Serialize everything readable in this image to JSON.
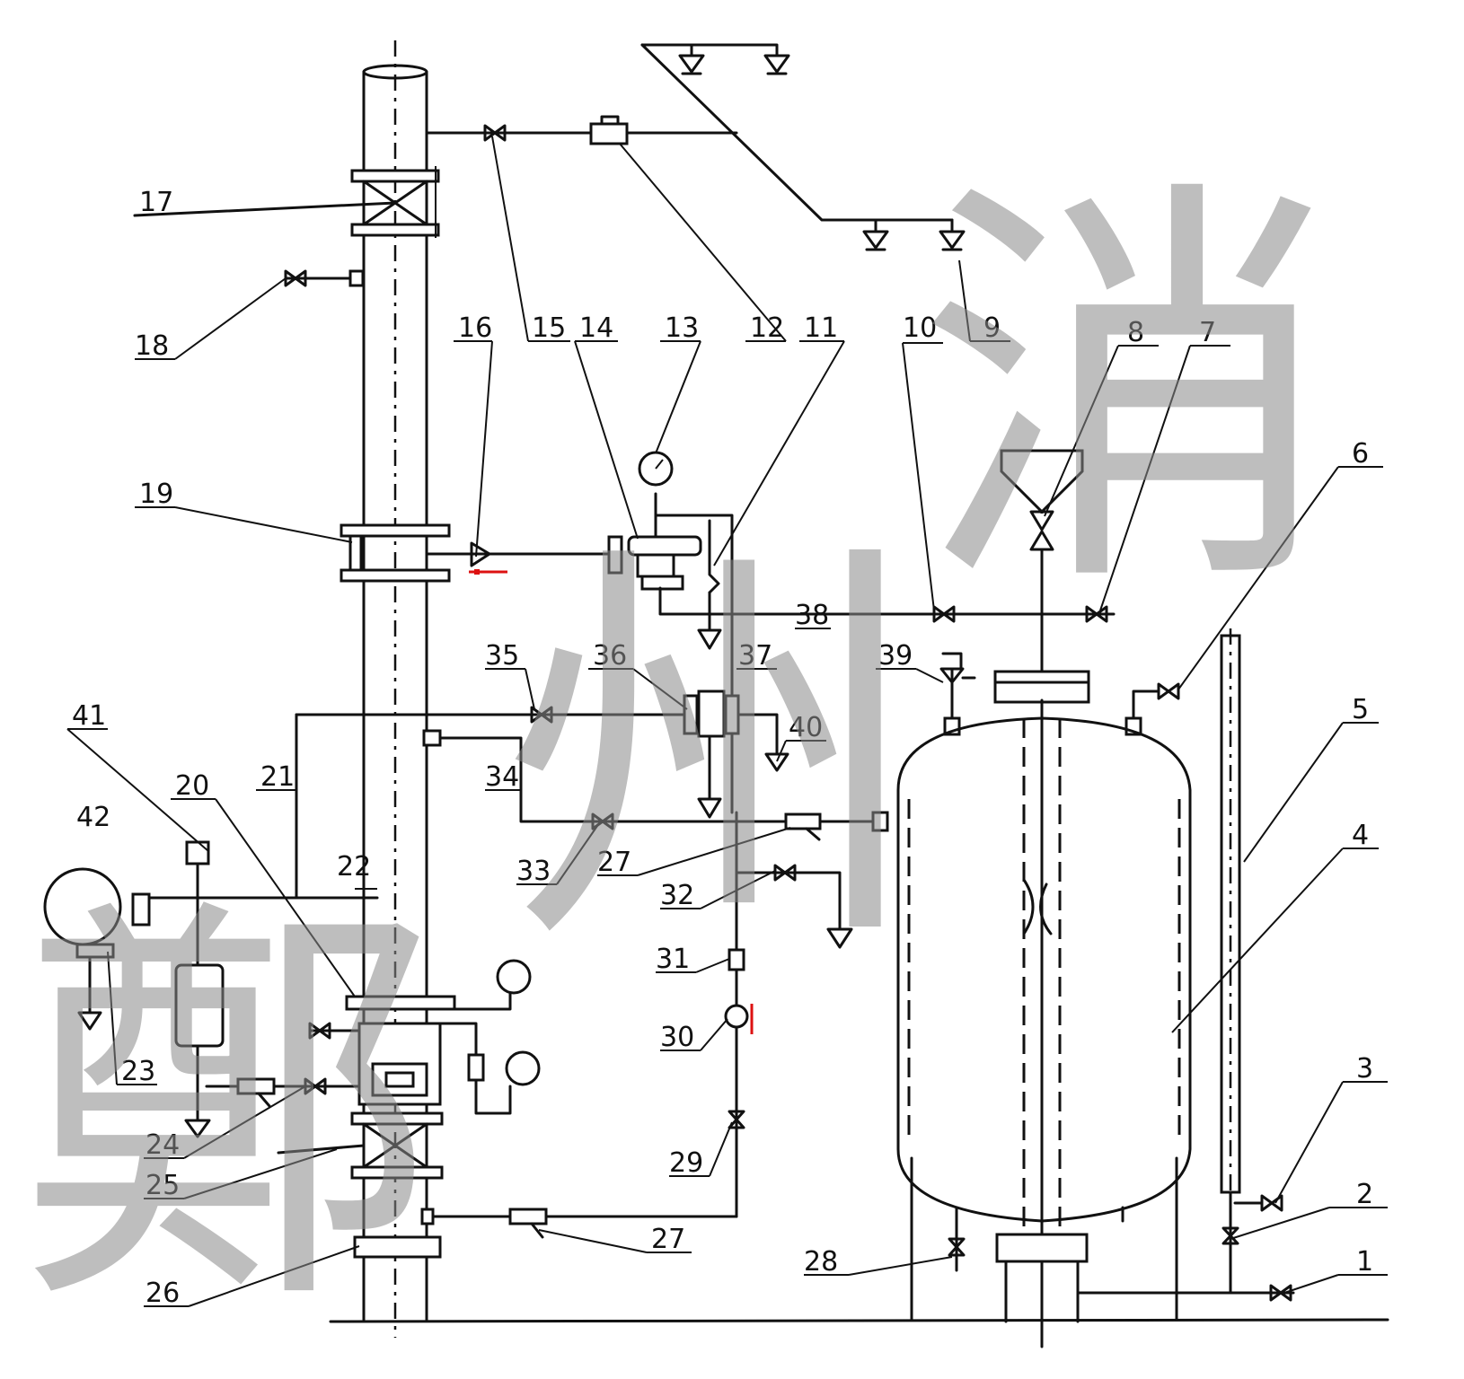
{
  "diagram": {
    "labels": [
      {
        "id": "1",
        "text": "1"
      },
      {
        "id": "2",
        "text": "2"
      },
      {
        "id": "3",
        "text": "3"
      },
      {
        "id": "4",
        "text": "4"
      },
      {
        "id": "5",
        "text": "5"
      },
      {
        "id": "6",
        "text": "6"
      },
      {
        "id": "7",
        "text": "7"
      },
      {
        "id": "8",
        "text": "8"
      },
      {
        "id": "9",
        "text": "9"
      },
      {
        "id": "10",
        "text": "10"
      },
      {
        "id": "11",
        "text": "11"
      },
      {
        "id": "12",
        "text": "12"
      },
      {
        "id": "13",
        "text": "13"
      },
      {
        "id": "14",
        "text": "14"
      },
      {
        "id": "15",
        "text": "15"
      },
      {
        "id": "16",
        "text": "16"
      },
      {
        "id": "17",
        "text": "17"
      },
      {
        "id": "18",
        "text": "18"
      },
      {
        "id": "19",
        "text": "19"
      },
      {
        "id": "20",
        "text": "20"
      },
      {
        "id": "21",
        "text": "21"
      },
      {
        "id": "22",
        "text": "22"
      },
      {
        "id": "23",
        "text": "23"
      },
      {
        "id": "24",
        "text": "24"
      },
      {
        "id": "25",
        "text": "25"
      },
      {
        "id": "26",
        "text": "26"
      },
      {
        "id": "27a",
        "text": "27"
      },
      {
        "id": "27b",
        "text": "27"
      },
      {
        "id": "28",
        "text": "28"
      },
      {
        "id": "29",
        "text": "29"
      },
      {
        "id": "30",
        "text": "30"
      },
      {
        "id": "31",
        "text": "31"
      },
      {
        "id": "32",
        "text": "32"
      },
      {
        "id": "33",
        "text": "33"
      },
      {
        "id": "34",
        "text": "34"
      },
      {
        "id": "35",
        "text": "35"
      },
      {
        "id": "36",
        "text": "36"
      },
      {
        "id": "37",
        "text": "37"
      },
      {
        "id": "38",
        "text": "38"
      },
      {
        "id": "39",
        "text": "39"
      },
      {
        "id": "40",
        "text": "40"
      },
      {
        "id": "41",
        "text": "41"
      },
      {
        "id": "42",
        "text": "42"
      }
    ],
    "watermark": [
      "鄭",
      "州",
      "消"
    ]
  }
}
